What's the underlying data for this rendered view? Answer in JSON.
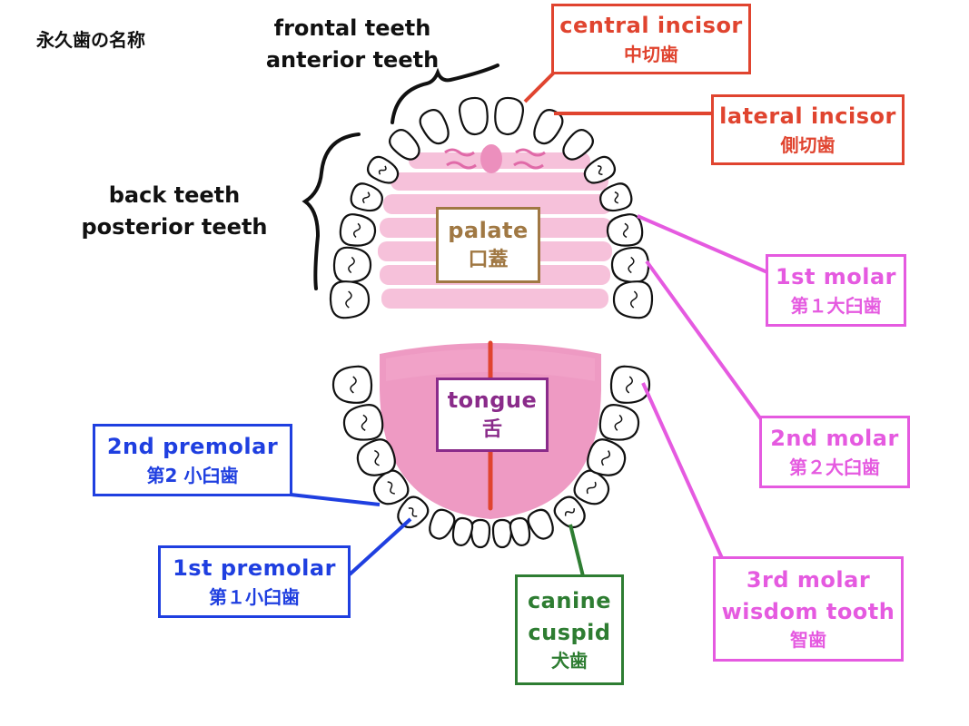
{
  "title": "永久歯の名称",
  "front_group": {
    "line1": "frontal teeth",
    "line2": "anterior teeth"
  },
  "back_group": {
    "line1": "back teeth",
    "line2": "posterior teeth"
  },
  "colors": {
    "red": "#e0442f",
    "magenta": "#e55ae0",
    "blue": "#1f3fe0",
    "green": "#2e7d32",
    "brown": "#a07843",
    "purple": "#8a2b8a",
    "palate_pink": "#f5b6d4",
    "tongue_pink": "#ec8fbd",
    "tongue_line": "#e0442f"
  },
  "labels": {
    "central_incisor": {
      "en": "central incisor",
      "jp": "中切歯"
    },
    "lateral_incisor": {
      "en": "lateral incisor",
      "jp": "側切歯"
    },
    "first_molar": {
      "en": "1st molar",
      "jp": "第１大臼歯"
    },
    "second_molar": {
      "en": "2nd molar",
      "jp": "第２大臼歯"
    },
    "third_molar": {
      "en1": "3rd  molar",
      "en2": "wisdom tooth",
      "jp": "智歯"
    },
    "canine": {
      "en1": "canine",
      "en2": "cuspid",
      "jp": "犬歯"
    },
    "first_premolar": {
      "en": "1st  premolar",
      "jp": "第１小臼歯"
    },
    "second_premolar": {
      "en": "2nd  premolar",
      "jp": "第2 小臼歯"
    },
    "palate": {
      "en": "palate",
      "jp": "口蓋"
    },
    "tongue": {
      "en": "tongue",
      "jp": "舌"
    }
  }
}
